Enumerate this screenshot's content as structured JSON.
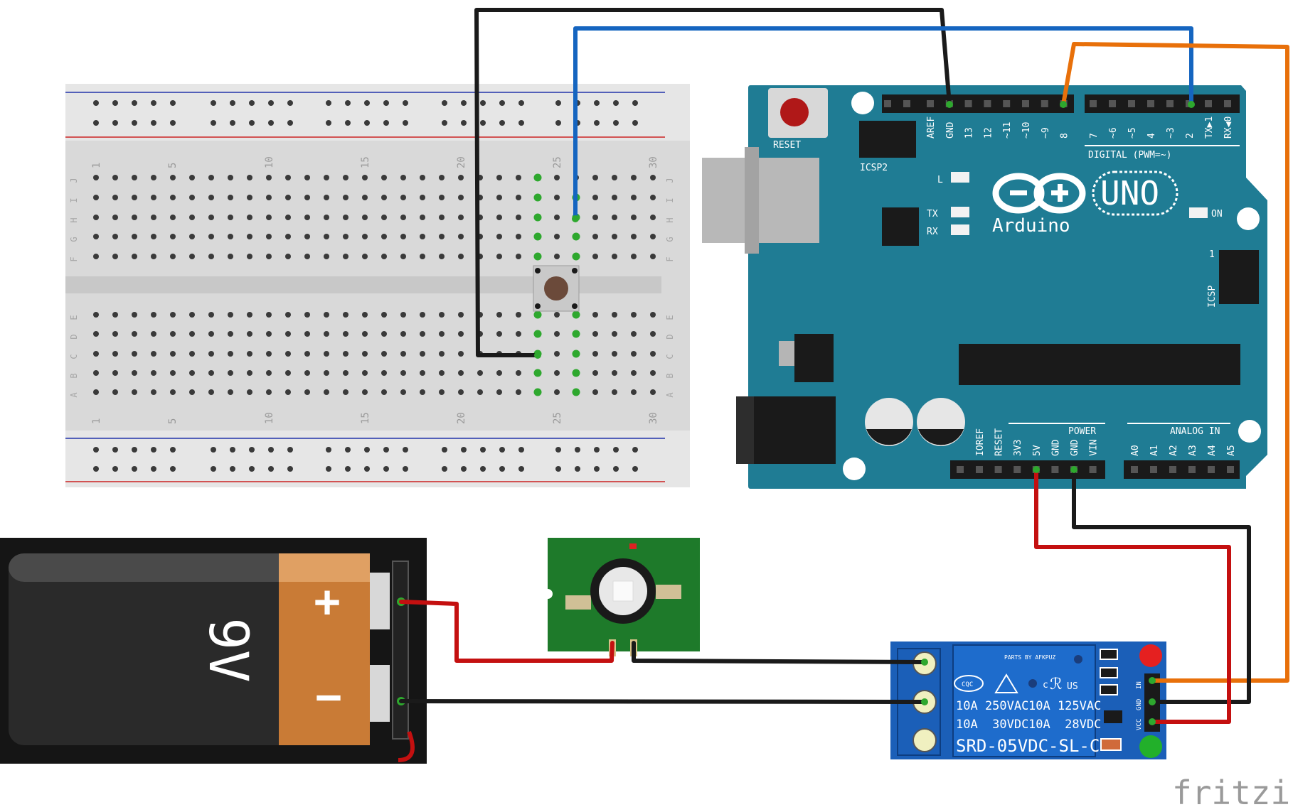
{
  "diagram": {
    "arduino": {
      "brand": "Arduino",
      "model": "UNO",
      "reset_label": "RESET",
      "icsp2_label": "ICSP2",
      "icsp_label": "ICSP",
      "icsp_pin1": "1",
      "digital_label": "DIGITAL (PWM=~)",
      "power_label": "POWER",
      "analog_label": "ANALOG IN",
      "led_l": "L",
      "led_tx": "TX",
      "led_rx": "RX",
      "led_on": "ON",
      "digital_pins_left": [
        "AREF",
        "GND",
        "13",
        "12",
        "~11",
        "~10",
        "~9",
        "8"
      ],
      "digital_pins_right": [
        "7",
        "~6",
        "~5",
        "4",
        "~3",
        "2",
        "TX▶1",
        "RX◀0"
      ],
      "power_pins": [
        "IOREF",
        "RESET",
        "3V3",
        "5V",
        "GND",
        "GND",
        "VIN"
      ],
      "analog_pins": [
        "A0",
        "A1",
        "A2",
        "A3",
        "A4",
        "A5"
      ]
    },
    "breadboard": {
      "column_numbers": [
        "1",
        "5",
        "10",
        "15",
        "20",
        "25",
        "30"
      ],
      "rows_top": [
        "J",
        "I",
        "H",
        "G",
        "F"
      ],
      "rows_bottom": [
        "E",
        "D",
        "C",
        "B",
        "A"
      ]
    },
    "battery": {
      "voltage": "9V",
      "plus": "+",
      "minus": "−"
    },
    "relay": {
      "maker": "PARTS BY AFKPUZ",
      "rating_1": "10A 250VAC",
      "rating_2": "10A 125VAC",
      "rating_3": "10A  30VDC",
      "rating_4": "10A  28VDC",
      "model": "SRD-05VDC-SL-C",
      "cert_cqc": "CQC",
      "cert_ul": "c",
      "cert_us": "US",
      "pin_in": "IN",
      "pin_gnd": "GND",
      "pin_vcc": "VCC"
    },
    "watermark": "fritzing",
    "colors": {
      "arduino_board": "#1f7c94",
      "breadboard": "#d9d9d9",
      "wire_black": "#1a1a1a",
      "wire_blue": "#1565c0",
      "wire_orange": "#e8700a",
      "wire_red": "#c41010",
      "relay_board": "#1b5fb8",
      "led_board": "#1e7a2a",
      "battery_label": "#c97b36"
    }
  }
}
